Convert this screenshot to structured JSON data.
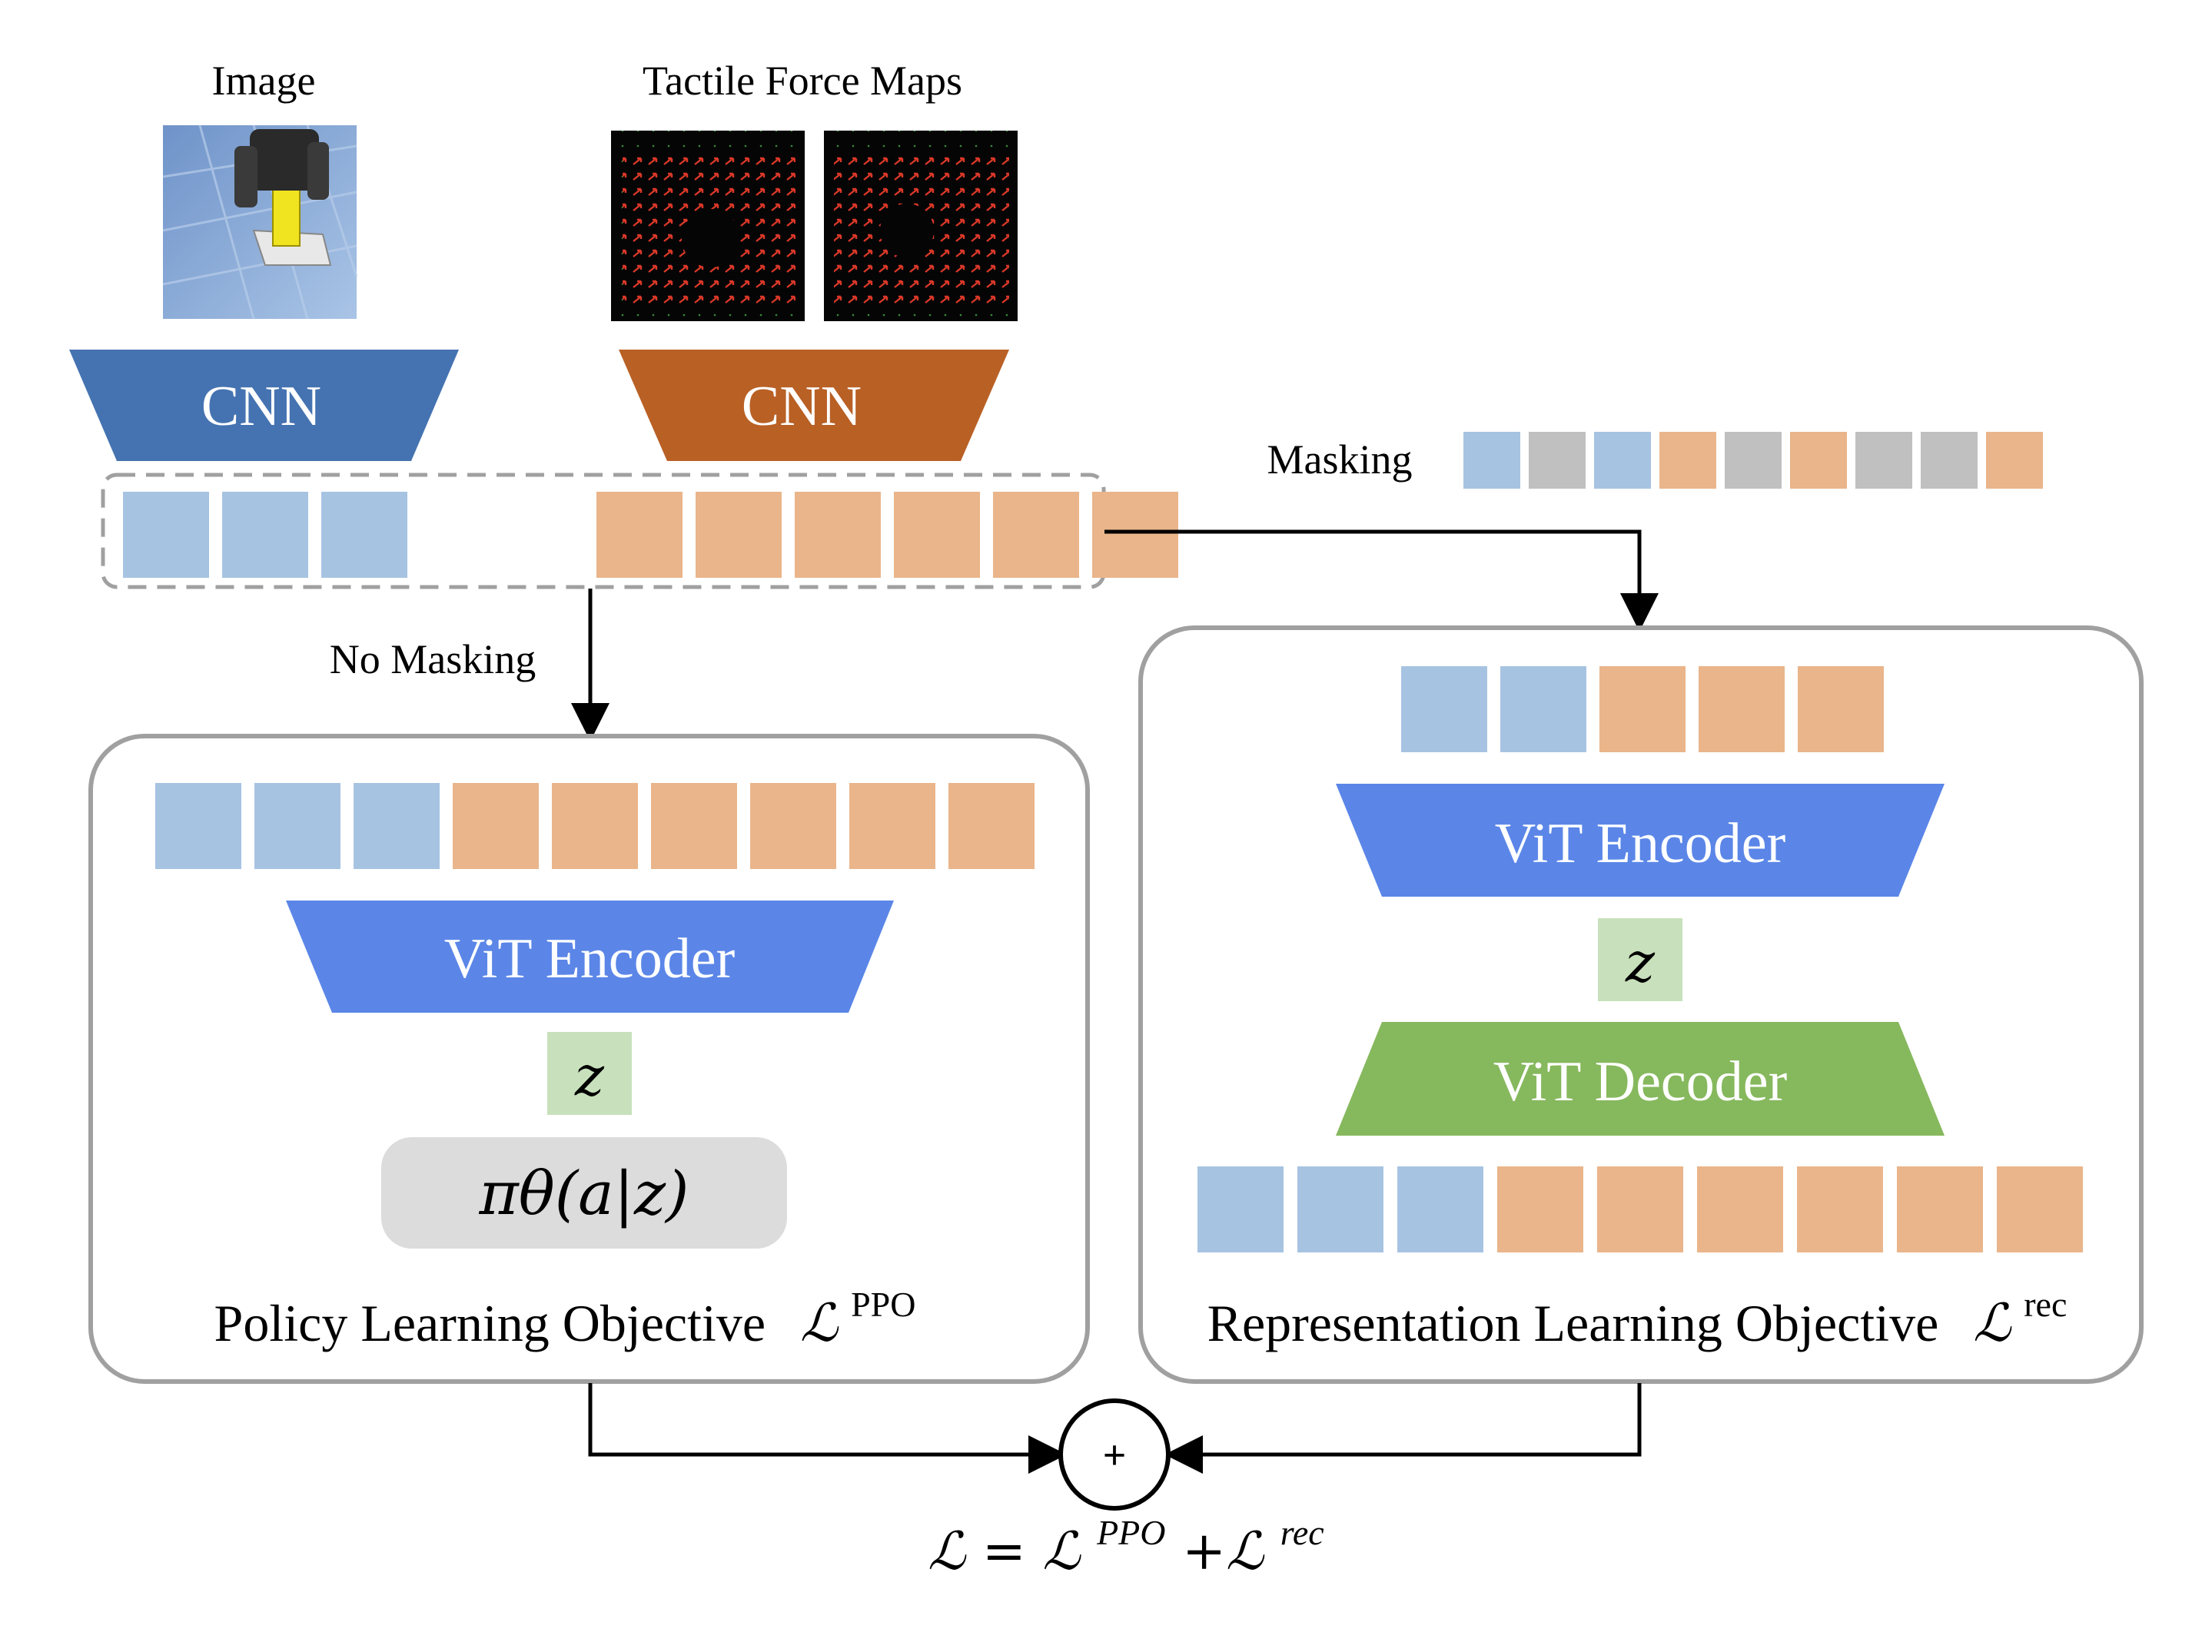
{
  "inputs": {
    "image_label": "Image",
    "tactile_label": "Tactile Force Maps",
    "cnn_left": "CNN",
    "cnn_right": "CNN"
  },
  "flow": {
    "no_masking": "No Masking",
    "masking": "Masking"
  },
  "policy": {
    "encoder": "ViT Encoder",
    "latent": "z",
    "policy_fn": "πθ(a|z)",
    "objective": "Policy Learning Objective",
    "loss": "ℒ",
    "loss_sup": "PPO"
  },
  "representation": {
    "encoder": "ViT Encoder",
    "latent": "z",
    "decoder": "ViT Decoder",
    "objective": "Representation Learning Objective",
    "loss": "ℒ",
    "loss_sup": "rec"
  },
  "sum": {
    "symbol": "+",
    "total": "ℒ = ℒ",
    "sup1": "PPO",
    "plus": "+ℒ",
    "sup2": "rec"
  },
  "token_groups": {
    "input": [
      "blue",
      "blue",
      "blue",
      "gap",
      "orange",
      "orange",
      "orange",
      "orange",
      "orange",
      "orange"
    ],
    "masked": [
      "blue",
      "gray",
      "blue",
      "orange",
      "gray",
      "orange",
      "gray",
      "gray",
      "orange"
    ],
    "policy_tokens": [
      "blue",
      "blue",
      "blue",
      "orange",
      "orange",
      "orange",
      "orange",
      "orange",
      "orange"
    ],
    "visible_tokens": [
      "blue",
      "blue",
      "orange",
      "orange",
      "orange"
    ],
    "reconstructed": [
      "blue",
      "blue",
      "blue",
      "orange",
      "orange",
      "orange",
      "orange",
      "orange",
      "orange"
    ]
  },
  "colors": {
    "token_blue": "#a7c3e2",
    "token_orange": "#eab58a",
    "token_gray": "#c0c0c0",
    "cnn_blue": "#4573b1",
    "cnn_orange": "#b96025",
    "vit_encoder": "#5b86e8",
    "vit_decoder": "#86b85d",
    "latent": "#c8e1bc",
    "policy_box": "#dcdcdc",
    "panel_border": "#a0a0a0"
  }
}
